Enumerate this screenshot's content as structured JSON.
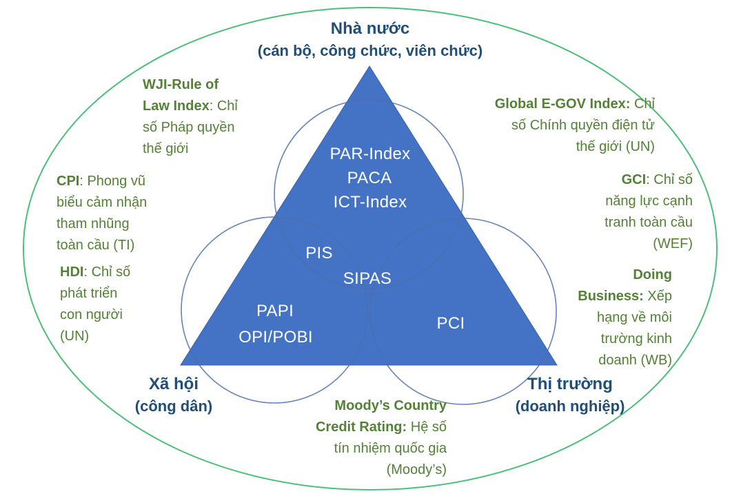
{
  "colors": {
    "ellipse_stroke": "#4BBE77",
    "triangle_fill": "#4472C4",
    "triangle_stroke": "#3A62AE",
    "circle_stroke": "#4A6FAE",
    "vertex_text": "#1F4E79",
    "annotation_text": "#538135",
    "inner_label_text": "#FFFFFF"
  },
  "vertices": {
    "top": {
      "title": "Nhà nước",
      "subtitle": "(cán bộ, công chức, viên chức)"
    },
    "bottom_left": {
      "title": "Xã hội",
      "subtitle": "(công dân)"
    },
    "bottom_right": {
      "title": "Thị trường",
      "subtitle": "(doanh nghiệp)"
    }
  },
  "inner_labels": {
    "par_index": "PAR-Index",
    "paca": "PACA",
    "ict_index": "ICT-Index",
    "pis": "PIS",
    "sipas": "SIPAS",
    "papi": "PAPI",
    "opi_pobi": "OPI/POBI",
    "pci": "PCI"
  },
  "annotations": {
    "wji": {
      "full": "WJI-Rule of Law Index: Chỉ số Pháp quyền thế giới",
      "lines": [
        {
          "b": "WJI-Rule of",
          "r": ""
        },
        {
          "b": "Law Index",
          "r": ": Chỉ"
        },
        {
          "b": "",
          "r": "số Pháp quyền"
        },
        {
          "b": "",
          "r": "thế giới"
        }
      ]
    },
    "cpi": {
      "full": "CPI: Phong vũ biểu cảm nhận tham nhũng toàn cầu (TI)",
      "lines": [
        {
          "b": "CPI",
          "r": ": Phong vũ"
        },
        {
          "b": "",
          "r": "biểu cảm nhận"
        },
        {
          "b": "",
          "r": "tham nhũng"
        },
        {
          "b": "",
          "r": "toàn cầu (TI)"
        }
      ]
    },
    "hdi": {
      "full": "HDI: Chỉ số phát triển con người (UN)",
      "lines": [
        {
          "b": "HDI",
          "r": ": Chỉ số"
        },
        {
          "b": "",
          "r": "phát triển"
        },
        {
          "b": "",
          "r": "con người"
        },
        {
          "b": "",
          "r": "(UN)"
        }
      ]
    },
    "egov": {
      "full": "Global E-GOV Index: Chỉ số Chính quyền điện tử thế giới (UN)",
      "lines": [
        {
          "b": "Global E-GOV Index:",
          "r": " Chỉ"
        },
        {
          "b": "",
          "r": "số Chính quyền điện tử"
        },
        {
          "b": "",
          "r": "thế giới (UN)"
        }
      ]
    },
    "gci": {
      "full": "GCI: Chỉ số năng lực cạnh tranh toàn cầu (WEF)",
      "lines": [
        {
          "b": "GCI",
          "r": ": Chỉ số"
        },
        {
          "b": "",
          "r": "năng lực cạnh"
        },
        {
          "b": "",
          "r": "tranh toàn cầu"
        },
        {
          "b": "",
          "r": "(WEF)"
        }
      ]
    },
    "doing_business": {
      "full": "Doing Business: Xếp hạng về môi trường kinh doanh (WB)",
      "lines": [
        {
          "b": "Doing",
          "r": ""
        },
        {
          "b": "Business:",
          "r": " Xếp"
        },
        {
          "b": "",
          "r": "hạng về môi"
        },
        {
          "b": "",
          "r": "trường kinh"
        },
        {
          "b": "",
          "r": "doanh (WB)"
        }
      ]
    },
    "moodys": {
      "full": "Moody’s Country Credit Rating: Hệ số tín nhiệm quốc gia (Moody’s)",
      "lines": [
        {
          "b": "Moody’s Country",
          "r": ""
        },
        {
          "b": "Credit Rating:",
          "r": " Hệ số"
        },
        {
          "b": "",
          "r": "tín nhiệm quốc gia"
        },
        {
          "b": "",
          "r": "(Moody’s)"
        }
      ]
    }
  }
}
